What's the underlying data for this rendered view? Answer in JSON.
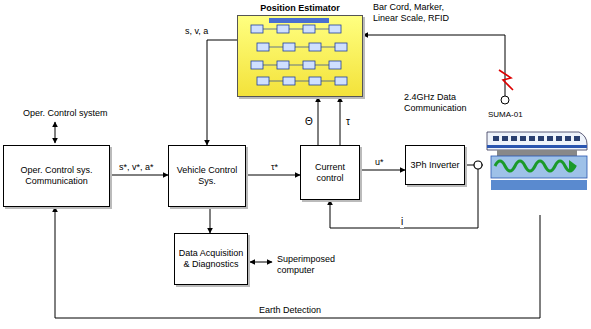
{
  "diagram": {
    "nodes": [
      {
        "text": [
          "Position Estimator"
        ]
      },
      {
        "text": [
          "Oper. Control sys. Communication"
        ]
      },
      {
        "text": [
          "Vehicle Control Sys."
        ]
      },
      {
        "text": [
          "Current control"
        ]
      },
      {
        "text": [
          "3Ph Inverter"
        ]
      },
      {
        "text": [
          "Data Acquisition & Diagnostics"
        ]
      },
      {
        "text": [
          "SUMA-01"
        ]
      }
    ],
    "edges": [
      {
        "from": 1,
        "to": 2,
        "label": "s*, v*, a*",
        "arrow": "to"
      },
      {
        "from": 0,
        "to": 2,
        "label": "s, v, a",
        "arrow": "to"
      },
      {
        "from": 2,
        "to": 3,
        "label": "τ*",
        "arrow": "to"
      },
      {
        "from": 3,
        "to": 0,
        "label": "Θ",
        "arrow": "to"
      },
      {
        "from": 3,
        "to": 0,
        "label": "τ",
        "arrow": "to"
      },
      {
        "from": 3,
        "to": 4,
        "label": "u*",
        "arrow": "to"
      },
      {
        "from": 4,
        "to": 6,
        "arrow": "none"
      },
      {
        "from": 4,
        "to": 3,
        "label": "i",
        "arrow": "to"
      },
      {
        "from": 6,
        "to": 0,
        "label": "Bar Cord, Marker, Linear Scale, RFID",
        "arrow": "to"
      },
      {
        "from": 6,
        "to": 1,
        "label": "Earth Detection",
        "arrow": "to"
      },
      {
        "from": 2,
        "to": 5,
        "arrow": "to"
      }
    ],
    "labels": [
      "Oper. Control system",
      "Superimposed computer",
      "2.4GHz Data Communication"
    ]
  }
}
